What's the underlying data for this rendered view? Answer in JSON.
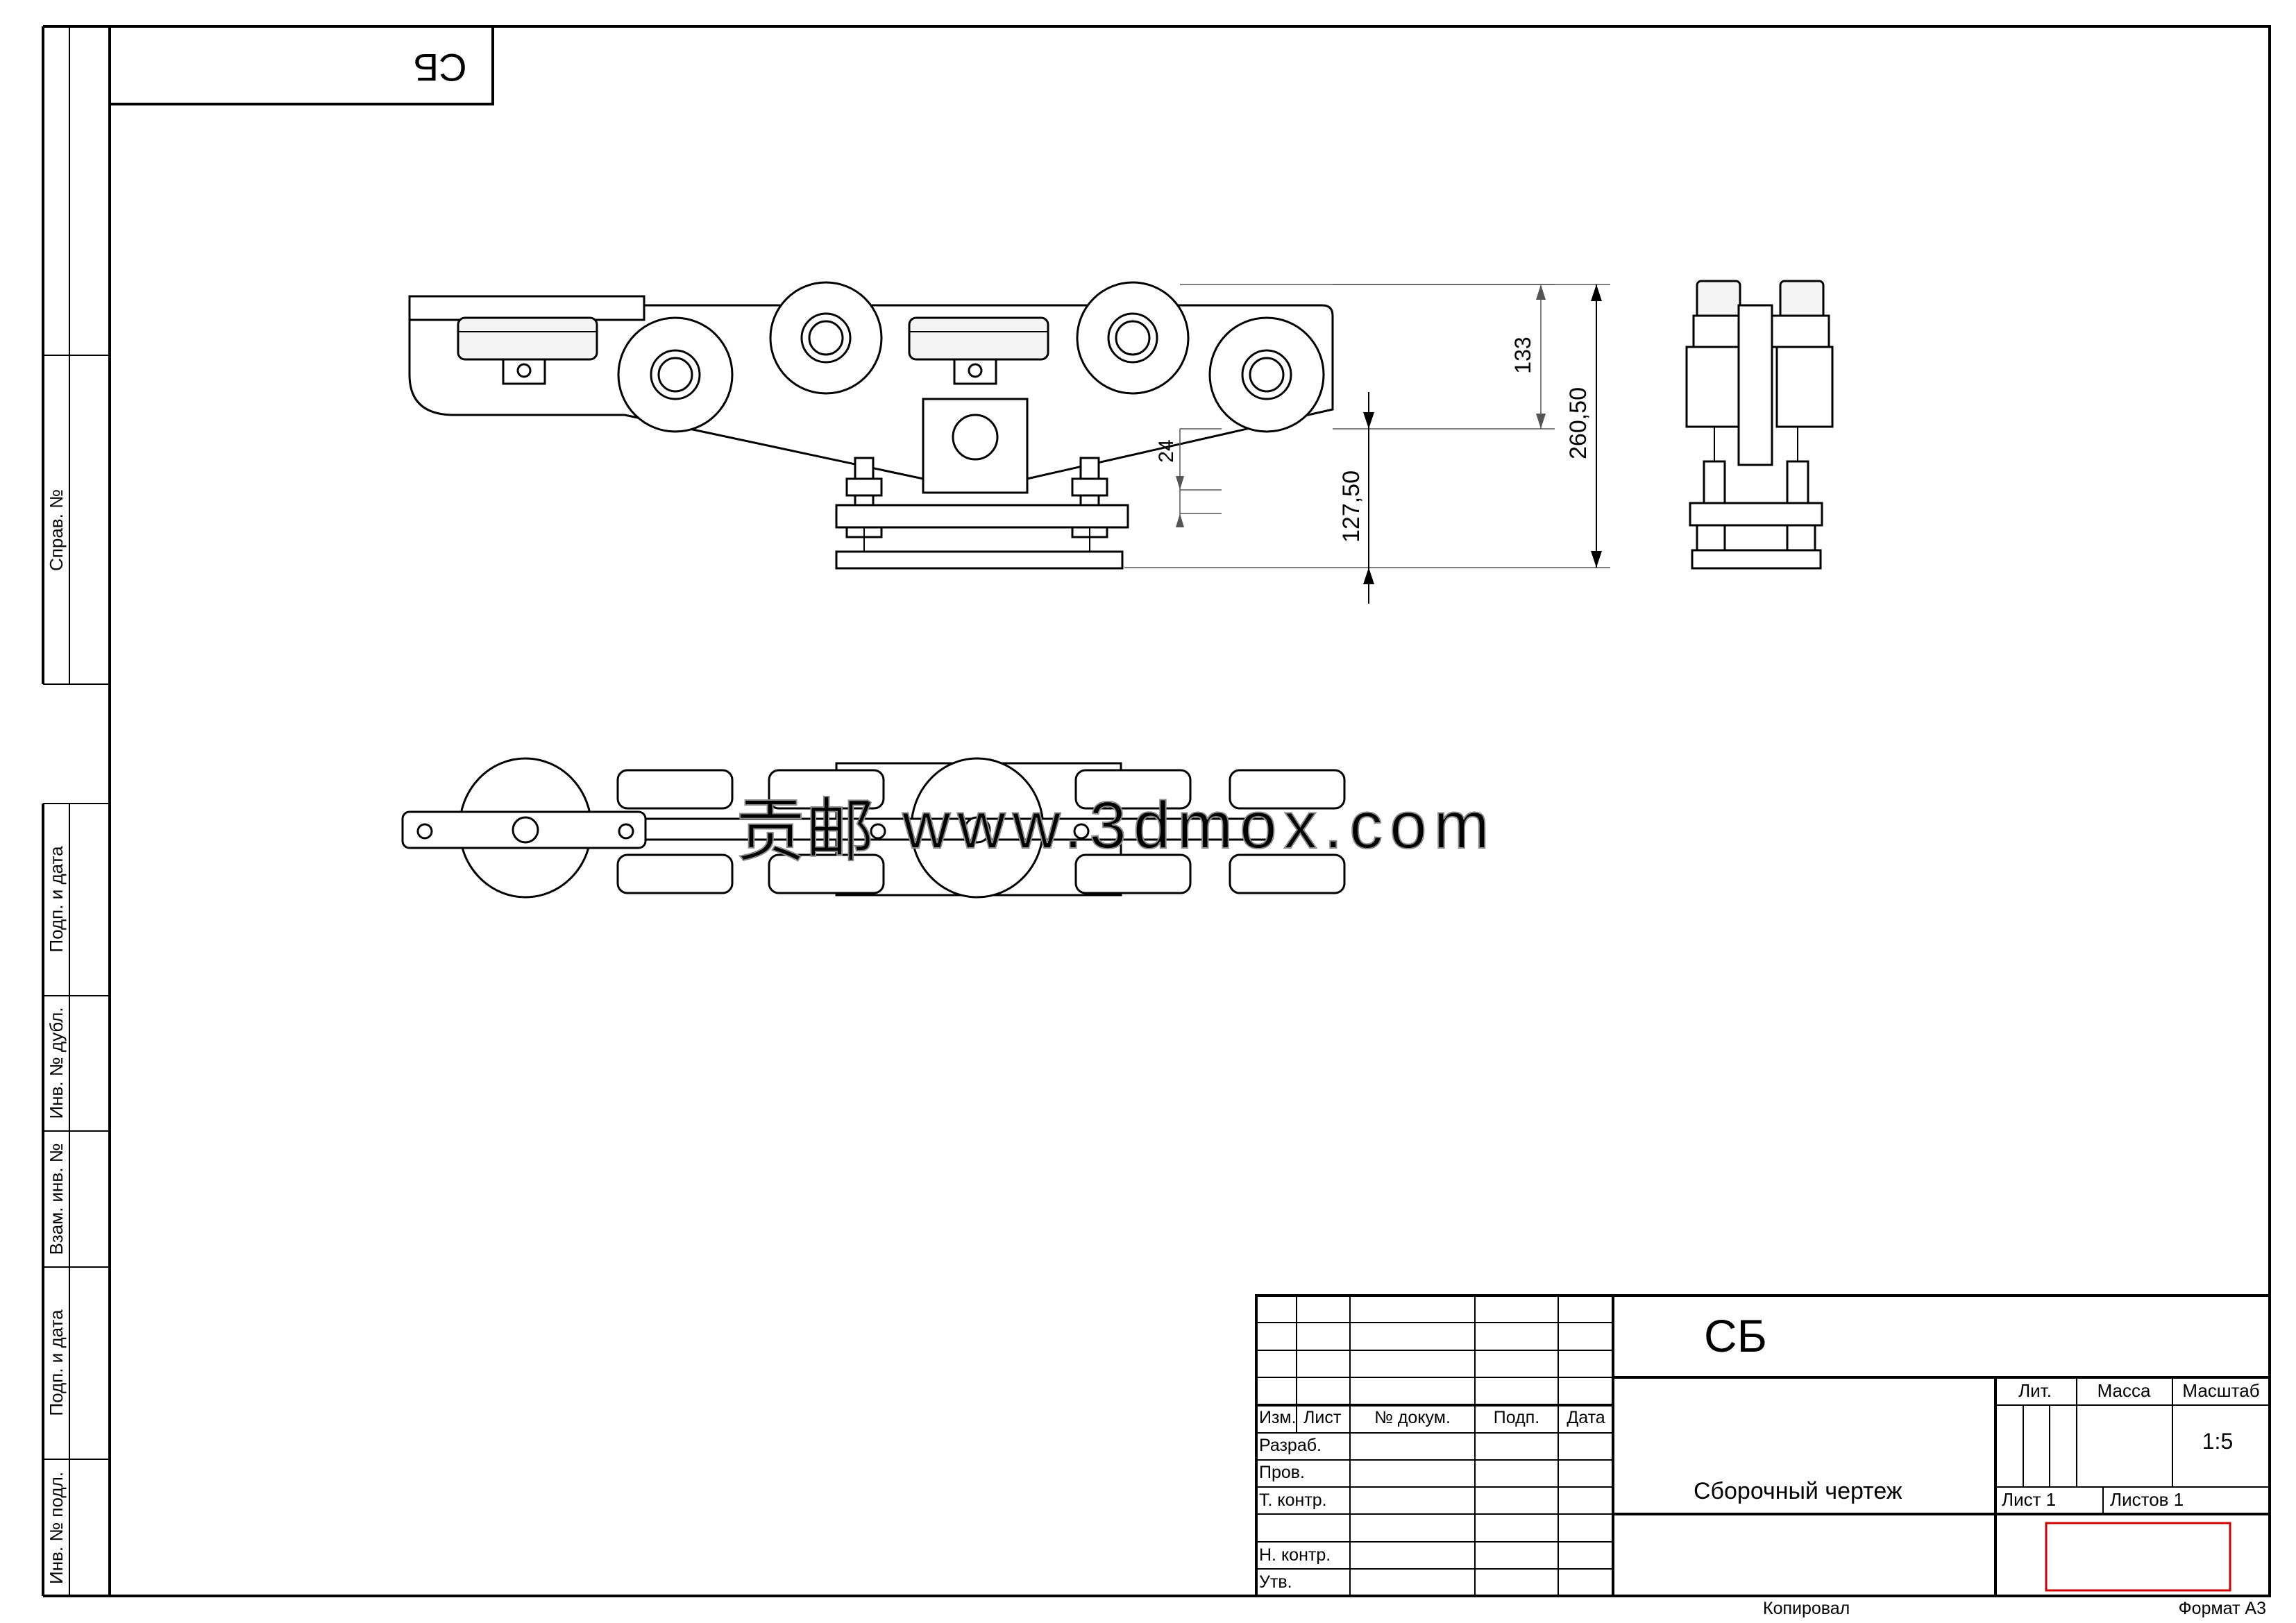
{
  "doc_code": "СБ",
  "doc_code_mirrored": "СБ",
  "side_strip": {
    "sprav_no": "Справ. №",
    "podp_data_1": "Подп. и дата",
    "inv_no_dubl": "Инв. № дубл.",
    "vzam_inv_no": "Взам. инв. №",
    "podp_data_2": "Подп. и дата",
    "inv_no_podl": "Инв. № подл."
  },
  "dimensions": {
    "d133": "133",
    "d260": "260,50",
    "d127": "127,50",
    "d24": "24"
  },
  "title_block": {
    "code": "СБ",
    "name": "Сборочный чертеж",
    "lit_label": "Лит.",
    "massa_label": "Масса",
    "masshtab_label": "Масштаб",
    "scale": "1:5",
    "sheet_label": "Лист 1",
    "sheets_label": "Листов 1",
    "columns": {
      "izm": "Изм.",
      "list": "Лист",
      "doc_no": "№ докум.",
      "podp": "Подп.",
      "data": "Дата"
    },
    "rows": {
      "razrab": "Разраб.",
      "prov": "Пров.",
      "t_kontr": "Т. контр.",
      "n_kontr": "Н. контр.",
      "utv": "Утв."
    }
  },
  "footer": {
    "kopiroval": "Копировал",
    "format": "Формат A3"
  },
  "watermark": {
    "glyphs": "贡邮",
    "url": "www.3dmox.com"
  },
  "colors": {
    "ink": "#000000",
    "stamp_box": "#d00000",
    "watermark_outline": "#8a8a8a"
  }
}
